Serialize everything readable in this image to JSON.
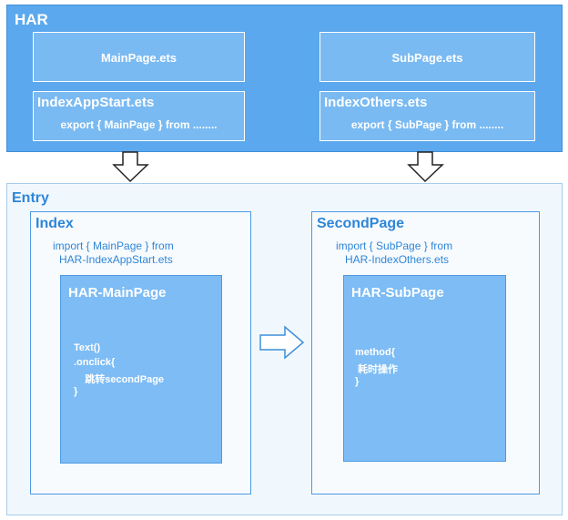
{
  "har": {
    "title": "HAR",
    "main_page_file": "MainPage.ets",
    "sub_page_file": "SubPage.ets",
    "index_app_start": {
      "title": "IndexAppStart.ets",
      "export": "export { MainPage } from ........"
    },
    "index_others": {
      "title": "IndexOthers.ets",
      "export": "export { SubPage } from ........"
    }
  },
  "entry": {
    "title": "Entry",
    "index": {
      "title": "Index",
      "import_line1": "import { MainPage } from",
      "import_line2": "HAR-IndexAppStart.ets",
      "card": {
        "title": "HAR-MainPage",
        "code": [
          "Text()",
          ".onclick{",
          "    跳转secondPage",
          "}"
        ]
      }
    },
    "second_page": {
      "title": "SecondPage",
      "import_line1": "import { SubPage } from",
      "import_line2": "HAR-IndexOthers.ets",
      "card": {
        "title": "HAR-SubPage",
        "code": [
          "method{",
          " 耗时操作",
          "}"
        ]
      }
    }
  },
  "colors": {
    "har_fill": "#5ba8ee",
    "har_box_fill": "#7abaf2",
    "entry_fill": "#f1f8fd",
    "accent_text": "#2e86d8",
    "card_fill": "#7dbcf4"
  }
}
